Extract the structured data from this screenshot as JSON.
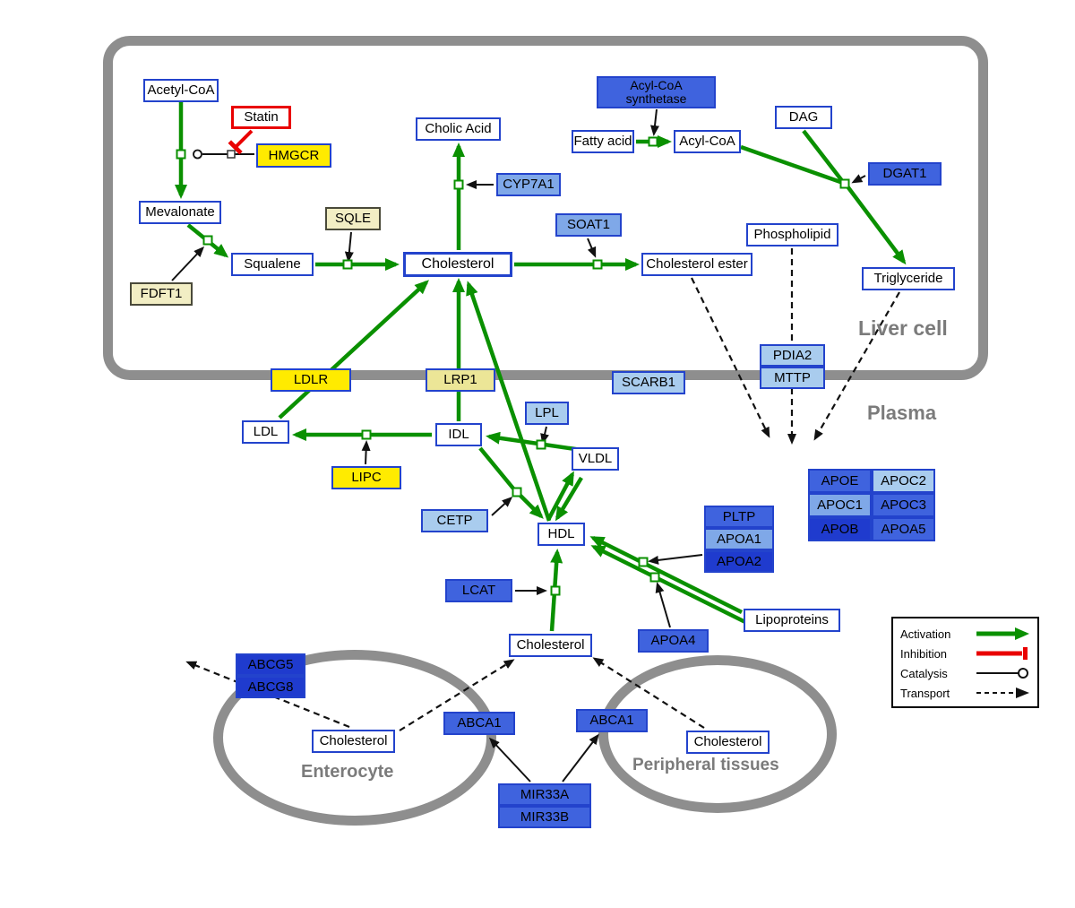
{
  "compartments": {
    "liver": "Liver cell",
    "plasma": "Plasma",
    "enterocyte": "Enterocyte",
    "peripheral": "Peripheral tissues"
  },
  "nodes": {
    "acetyl_coa": "Acetyl-CoA",
    "statin": "Statin",
    "hmgcr": "HMGCR",
    "mevalonate": "Mevalonate",
    "cholic_acid": "Cholic Acid",
    "cyp7a1": "CYP7A1",
    "sqle": "SQLE",
    "squalene": "Squalene",
    "fdft1": "FDFT1",
    "cholesterol_liver": "Cholesterol",
    "soat1": "SOAT1",
    "chol_ester": "Cholesterol ester",
    "acs": "Acyl-CoA synthetase",
    "fatty_acid": "Fatty acid",
    "acyl_coa": "Acyl-CoA",
    "dag": "DAG",
    "dgat1": "DGAT1",
    "phospholipid": "Phospholipid",
    "triglyceride": "Triglyceride",
    "pdia2": "PDIA2",
    "mttp": "MTTP",
    "ldlr": "LDLR",
    "lrp1": "LRP1",
    "scarb1": "SCARB1",
    "ldl": "LDL",
    "idl": "IDL",
    "lpl": "LPL",
    "vldl": "VLDL",
    "lipc": "LIPC",
    "cetp": "CETP",
    "hdl": "HDL",
    "pltp": "PLTP",
    "apoa1": "APOA1",
    "apoa2": "APOA2",
    "apoe": "APOE",
    "apoc2": "APOC2",
    "apoc1": "APOC1",
    "apoc3": "APOC3",
    "apob": "APOB",
    "apoa5": "APOA5",
    "lcat": "LCAT",
    "apoa4": "APOA4",
    "lipoproteins": "Lipoproteins",
    "cholesterol_plasma": "Cholesterol",
    "abcg5": "ABCG5",
    "abcg8": "ABCG8",
    "cholesterol_entero": "Cholesterol",
    "abca1_left": "ABCA1",
    "abca1_right": "ABCA1",
    "cholesterol_periph": "Cholesterol",
    "mir33a": "MIR33A",
    "mir33b": "MIR33B"
  },
  "legend": {
    "activation": "Activation",
    "inhibition": "Inhibition",
    "catalysis": "Catalysis",
    "transport": "Transport"
  },
  "colors": {
    "activation_green": "#0a9000",
    "inhibition_red": "#e90000",
    "gene_yellow": "#ffeb00",
    "node_border_blue": "#2343cc",
    "compartment_gray": "#8e8e8e"
  }
}
